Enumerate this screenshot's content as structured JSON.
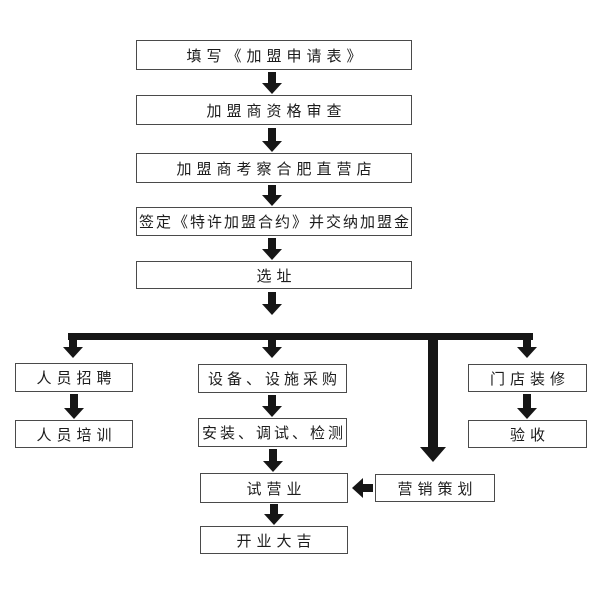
{
  "diagram": {
    "type": "flowchart",
    "title": "franchise joining process",
    "colors": {
      "background": "#ffffff",
      "arrow": "#161616",
      "box_border": "#4a4a4a",
      "box_fill": "#ffffff",
      "text": "#1c1c1c"
    },
    "main_flow": [
      {
        "id": "application-form",
        "label": "填写《加盟申请表》"
      },
      {
        "id": "qualification-review",
        "label": "加盟商资格审查"
      },
      {
        "id": "inspect-hefei-store",
        "label": "加盟商考察合肥直营店"
      },
      {
        "id": "sign-contract-pay-fee",
        "label": "签定《特许加盟合约》并交纳加盟金"
      },
      {
        "id": "site-selection",
        "label": "选址"
      }
    ],
    "branch_left": [
      {
        "id": "recruitment",
        "label": "人员招聘"
      },
      {
        "id": "training",
        "label": "人员培训"
      }
    ],
    "branch_middle": [
      {
        "id": "equipment-purchase",
        "label": "设备、设施采购"
      },
      {
        "id": "install-debug-test",
        "label": "安装、调试、检测"
      },
      {
        "id": "trial-operation",
        "label": "试营业"
      },
      {
        "id": "grand-opening",
        "label": "开业大吉"
      }
    ],
    "branch_right": [
      {
        "id": "store-decoration",
        "label": "门店装修"
      },
      {
        "id": "acceptance",
        "label": "验收"
      }
    ],
    "side_node": {
      "id": "marketing-planning",
      "label": "营销策划"
    }
  }
}
